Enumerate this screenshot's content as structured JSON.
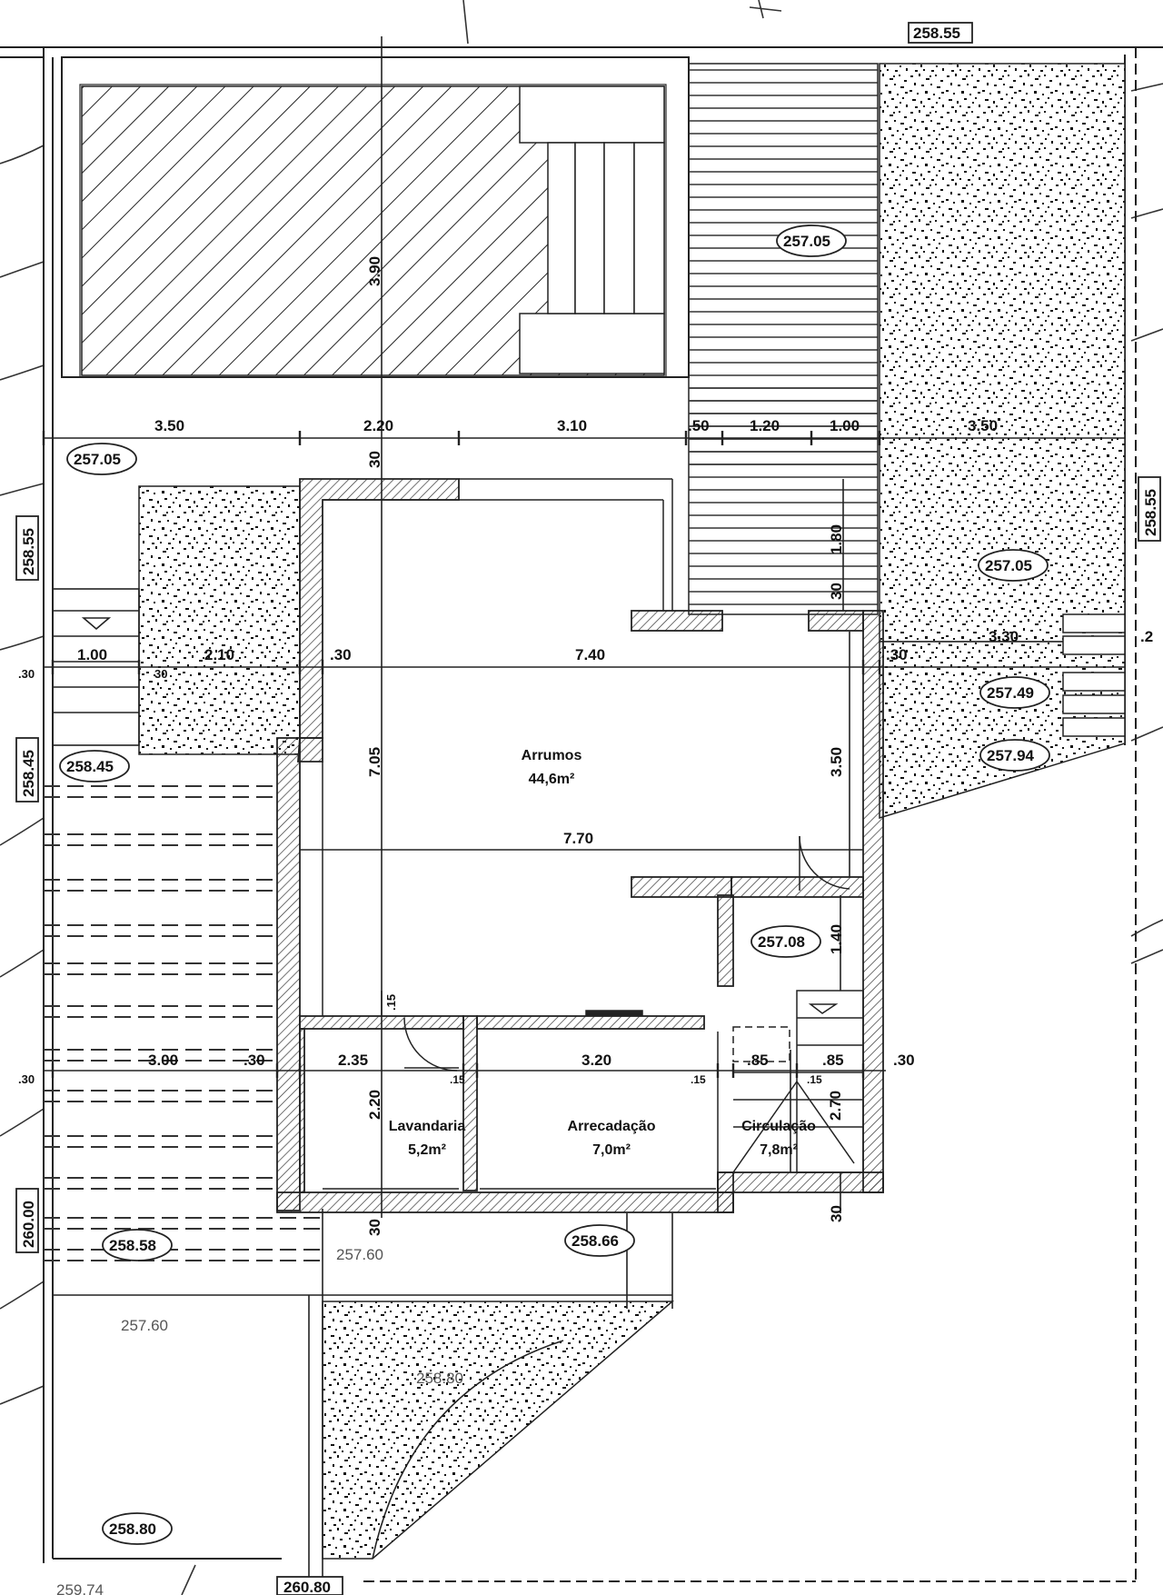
{
  "plan": {
    "rooms": [
      {
        "name": "Arrumos",
        "area": "44,6m²"
      },
      {
        "name": "Lavandaria",
        "area": "5,2m²"
      },
      {
        "name": "Arrecadação",
        "area": "7,0m²"
      },
      {
        "name": "Circulação",
        "area": "7,8m²"
      }
    ],
    "levels": {
      "l1": "258.55",
      "l2": "257.05",
      "l3": "257.05",
      "l4": "257.05",
      "l5": "257.49",
      "l6": "257.94",
      "l7": "258.45",
      "l8": "257.08",
      "l9": "258.58",
      "l10": "258.66",
      "l11": "258.80",
      "l12": "258.55",
      "l13": "258.55",
      "l14": "258.45",
      "l15": "260.00",
      "l16": "260.80"
    },
    "plain_levels": {
      "p1": "257.60",
      "p2": "257.60",
      "p3": "258.80",
      "p4": "259.74"
    },
    "dims": {
      "d1": "3.50",
      "d2": "2.20",
      "d3": "3.10",
      "d4": ".50",
      "d5": "1.20",
      "d6": "1.00",
      "d7": "3.50",
      "d8": "30",
      "d9": "1.80",
      "d10": "30",
      "d11": "3.90",
      "d12": "1.00",
      "d13": "2.10",
      "d14": ".30",
      "d15": "7.40",
      "d16": ".30",
      "d17": "3.30",
      "d18": ".2",
      "d19": ".30",
      "d20": "30",
      "d21": "7.05",
      "d22": "3.50",
      "d23": "7.70",
      "d24": "1.40",
      "d25": ".15",
      "d26": "3.00",
      "d27": ".30",
      "d28": "2.35",
      "d29": ".15",
      "d30": "3.20",
      "d31": ".15",
      "d32": ".85",
      "d33": ".15",
      "d34": ".85",
      "d35": ".30",
      "d36": ".30",
      "d37": "2.20",
      "d38": "2.70",
      "d39": "30",
      "d40": "30"
    }
  }
}
